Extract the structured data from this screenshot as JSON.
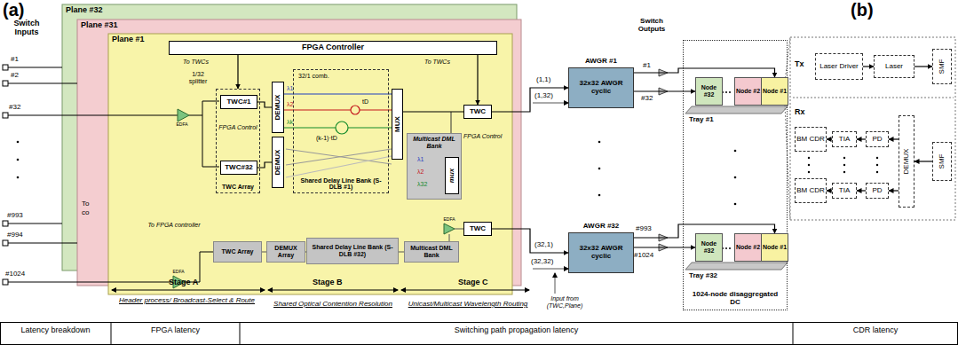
{
  "diagram": {
    "nodes": [
      {
        "text": [
          "Plane #32"
        ]
      },
      {
        "text": [
          "Plane #31"
        ]
      },
      {
        "text": [
          "Plane #1"
        ]
      },
      {
        "text": [
          "FPGA Controller"
        ],
        "in": 2
      },
      {
        "text": [
          "TWC Array"
        ],
        "in": 2
      },
      {
        "text": [
          "TWC#1"
        ],
        "in": 4
      },
      {
        "text": [
          "TWC#32"
        ],
        "in": 4
      },
      {
        "text": [
          "DEMUX"
        ],
        "in": 2
      },
      {
        "text": [
          "DEMUX"
        ],
        "in": 2
      },
      {
        "text": [
          "Shared Delay Line Bank (S-DLB #1)"
        ],
        "in": 2
      },
      {
        "text": [
          "MUX"
        ],
        "in": 2
      },
      {
        "text": [
          "Multicast DML Bank"
        ],
        "in": 2
      },
      {
        "text": [
          "mux"
        ],
        "in": 11
      },
      {
        "text": [
          "TWC"
        ],
        "in": 2
      },
      {
        "text": [
          "TWC Array"
        ],
        "in": 2
      },
      {
        "text": [
          "DEMUX Array"
        ],
        "in": 2
      },
      {
        "text": [
          "Shared Delay Line Bank (S-DLB #32)"
        ],
        "in": 2
      },
      {
        "text": [
          "Multicast DML Bank"
        ],
        "in": 2
      },
      {
        "text": [
          "TWC"
        ],
        "in": 2
      },
      {
        "text": [
          "AWGR #1",
          "32x32 AWGR cyclic"
        ]
      },
      {
        "text": [
          "AWGR #32",
          "32x32 AWGR cyclic"
        ]
      },
      {
        "text": [
          "1024-node disaggregated DC"
        ]
      },
      {
        "text": [
          "Node #32"
        ],
        "in": 21
      },
      {
        "text": [
          "Node #2"
        ],
        "in": 21
      },
      {
        "text": [
          "Node #1"
        ],
        "in": 21
      },
      {
        "text": [
          "Node #32"
        ],
        "in": 21
      },
      {
        "text": [
          "Node #2"
        ],
        "in": 21
      },
      {
        "text": [
          "Node #1"
        ],
        "in": 21
      },
      {
        "text": [
          "Laser Driver"
        ]
      },
      {
        "text": [
          "Laser"
        ]
      },
      {
        "text": [
          "SMF"
        ]
      },
      {
        "text": [
          "SMF"
        ]
      },
      {
        "text": [
          "DEMUX"
        ]
      },
      {
        "text": [
          "PD"
        ]
      },
      {
        "text": [
          "PD"
        ]
      },
      {
        "text": [
          "TIA"
        ]
      },
      {
        "text": [
          "TIA"
        ]
      },
      {
        "text": [
          "BM CDR"
        ]
      },
      {
        "text": [
          "BM CDR"
        ]
      }
    ],
    "edges": [
      {
        "from": 3,
        "to": 13,
        "arrow": "to"
      },
      {
        "from": 3,
        "to": 4,
        "arrow": "to"
      },
      {
        "from": 5,
        "to": 7,
        "arrow": "none"
      },
      {
        "from": 6,
        "to": 8,
        "arrow": "none"
      },
      {
        "from": 10,
        "to": 13,
        "arrow": "none"
      },
      {
        "from": 13,
        "to": 19,
        "arrow": "to"
      },
      {
        "from": 18,
        "to": 20,
        "arrow": "to"
      },
      {
        "from": 19,
        "to": 24,
        "arrow": "to"
      },
      {
        "from": 20,
        "to": 27,
        "arrow": "to"
      },
      {
        "from": 19,
        "to": 22,
        "arrow": "to"
      },
      {
        "from": 20,
        "to": 25,
        "arrow": "to"
      },
      {
        "from": 28,
        "to": 29,
        "arrow": "to"
      },
      {
        "from": 29,
        "to": 30,
        "arrow": "to"
      },
      {
        "from": 31,
        "to": 32,
        "arrow": "to"
      },
      {
        "from": 32,
        "to": 33,
        "arrow": "to"
      },
      {
        "from": 32,
        "to": 34,
        "arrow": "to"
      },
      {
        "from": 33,
        "to": 35,
        "arrow": "to"
      },
      {
        "from": 34,
        "to": 36,
        "arrow": "to"
      },
      {
        "from": 35,
        "to": 37,
        "arrow": "to"
      },
      {
        "from": 36,
        "to": 38,
        "arrow": "to"
      }
    ],
    "labels": [
      "(a)",
      "(b)",
      "Switch Inputs",
      "#1",
      "#2",
      "#32",
      "#993",
      "#994",
      "#1024",
      "To",
      "co",
      "To TWCs",
      "1/32 splitter",
      "FPGA Control",
      "EDFA",
      "λ1",
      "λ2",
      "λk",
      "32/1 comb.",
      "tD",
      "(k-1)·tD",
      "To TWCs",
      "FPGA Control",
      "λ1",
      "λ2",
      "λ32",
      "To FPGA controller",
      "EDFA",
      "EDFA",
      "Stage A",
      "Stage B",
      "Stage C",
      "Header process/ Broadcast-Select & Route",
      "Shared Optical Contention Resolution",
      "Unicast/Multicast Wavelength Routing",
      "(1,1)",
      "(1,32)",
      "(32,1)",
      "(32,32)",
      "Input from (TWC,Plane)",
      "Switch Outputs",
      "#1",
      "#32",
      "#993",
      "#1024",
      "Tray #1",
      "Tray #32",
      "Tx",
      "Rx",
      "Latency breakdown",
      "FPGA latency",
      "Switching path propagation latency",
      "CDR latency"
    ]
  }
}
